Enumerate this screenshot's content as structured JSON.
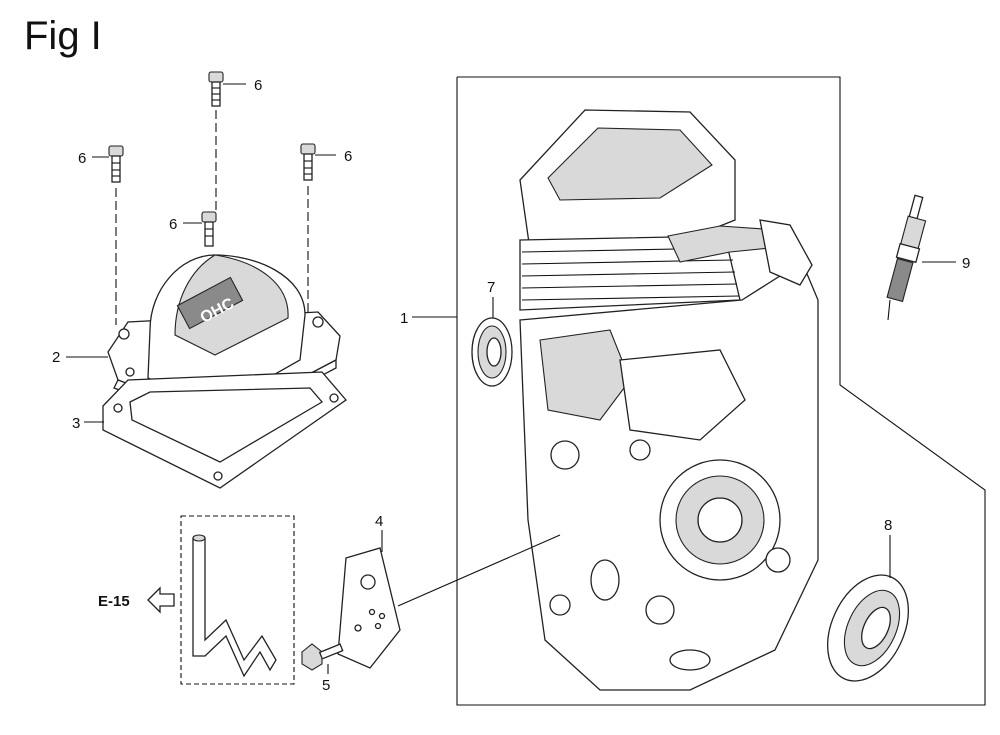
{
  "figure": {
    "title": "Fig I"
  },
  "callouts": {
    "bolt_top": "6",
    "bolt_left": "6",
    "bolt_right": "6",
    "bolt_mid": "6",
    "head_cover": "2",
    "gasket": "3",
    "crankcase": "1",
    "bearing": "7",
    "spark_plug": "9",
    "plate": "4",
    "plate_bolt": "5",
    "oil_seal": "8"
  },
  "reference": {
    "label": "E-15"
  },
  "cover_marking": "OHC"
}
